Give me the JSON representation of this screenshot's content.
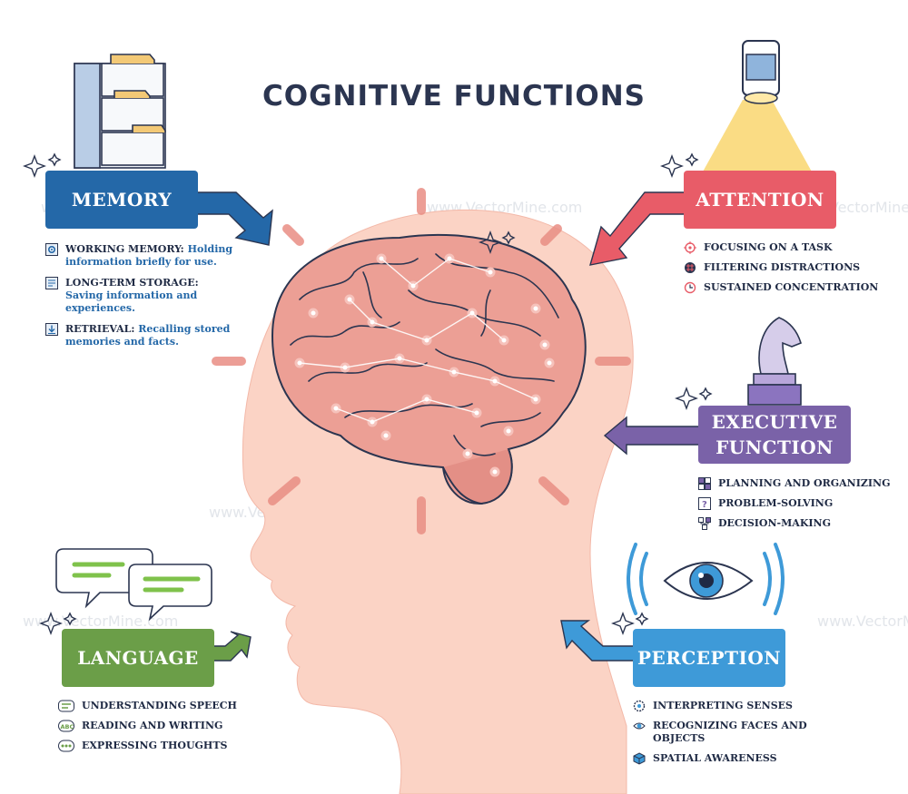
{
  "title": "COGNITIVE FUNCTIONS",
  "colors": {
    "memory": "#2468a8",
    "attention": "#e85c68",
    "executive": "#7a62a8",
    "language": "#6b9e48",
    "perception": "#3e9ad8",
    "head": "#fbd3c5",
    "brain": "#ec9f95"
  },
  "memory": {
    "label": "MEMORY",
    "items": [
      {
        "icon": "gear-icon",
        "term": "WORKING MEMORY:",
        "desc": "Holding information briefly for use."
      },
      {
        "icon": "document-icon",
        "term": "LONG-TERM STORAGE:",
        "desc": "Saving information and experiences."
      },
      {
        "icon": "download-icon",
        "term": "RETRIEVAL:",
        "desc": "Recalling stored memories and facts."
      }
    ]
  },
  "attention": {
    "label": "ATTENTION",
    "items": [
      {
        "icon": "target-icon",
        "text": "FOCUSING ON A TASK"
      },
      {
        "icon": "filter-grid-icon",
        "text": "FILTERING DISTRACTIONS"
      },
      {
        "icon": "clock-icon",
        "text": "SUSTAINED CONCENTRATION"
      }
    ]
  },
  "executive": {
    "label_line1": "EXECUTIVE",
    "label_line2": "FUNCTION",
    "items": [
      {
        "icon": "grid-icon",
        "text": "PLANNING AND ORGANIZING"
      },
      {
        "icon": "question-icon",
        "text": "PROBLEM-SOLVING"
      },
      {
        "icon": "flowchart-icon",
        "text": "DECISION-MAKING"
      }
    ]
  },
  "language": {
    "label": "LANGUAGE",
    "items": [
      {
        "icon": "speech-bubble-icon",
        "text": "UNDERSTANDING SPEECH"
      },
      {
        "icon": "abc-icon",
        "icon_text": "ABC",
        "text": "READING AND WRITING"
      },
      {
        "icon": "chat-dots-icon",
        "text": "EXPRESSING THOUGHTS"
      }
    ]
  },
  "perception": {
    "label": "PERCEPTION",
    "items": [
      {
        "icon": "senses-icon",
        "text": "INTERPRETING SENSES"
      },
      {
        "icon": "eye-icon",
        "text": "RECOGNIZING FACES AND OBJECTS"
      },
      {
        "icon": "cube-icon",
        "text": "SPATIAL AWARENESS"
      }
    ]
  },
  "watermark": "www.VectorMine.com"
}
